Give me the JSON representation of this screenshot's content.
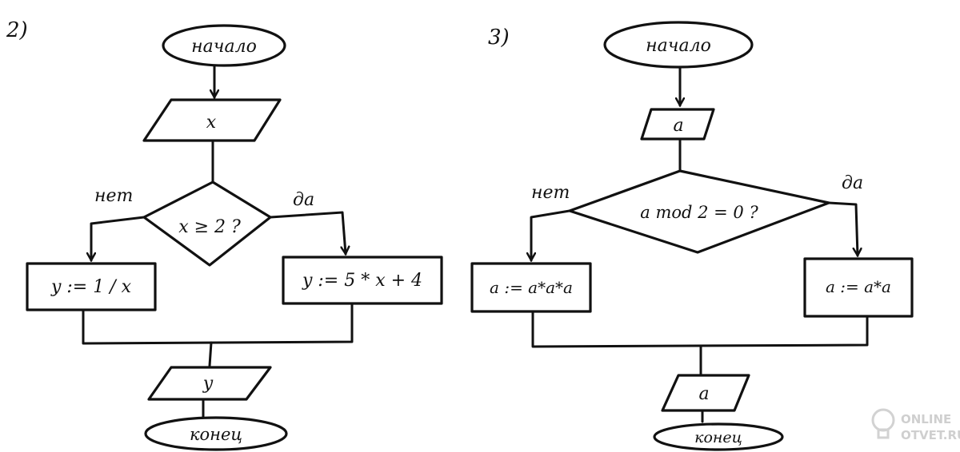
{
  "flowchart_2": {
    "number": "2)",
    "start": "начало",
    "input": "x",
    "condition": "x ≥ 2 ?",
    "branch_no": "нет",
    "branch_yes": "да",
    "action_no": "y := 1 / x",
    "action_yes": "y := 5 * x + 4",
    "output": "y",
    "end": "конец"
  },
  "flowchart_3": {
    "number": "3)",
    "start": "начало",
    "input": "a",
    "condition": "a mod 2 = 0 ?",
    "branch_no": "нет",
    "branch_yes": "да",
    "action_no": "a := a*a*a",
    "action_yes": "a := a*a",
    "output": "a",
    "end": "конец"
  },
  "watermark": {
    "line1": "ONLINE",
    "line2": "OTVET.RU",
    "icon": "lightbulb-icon"
  }
}
